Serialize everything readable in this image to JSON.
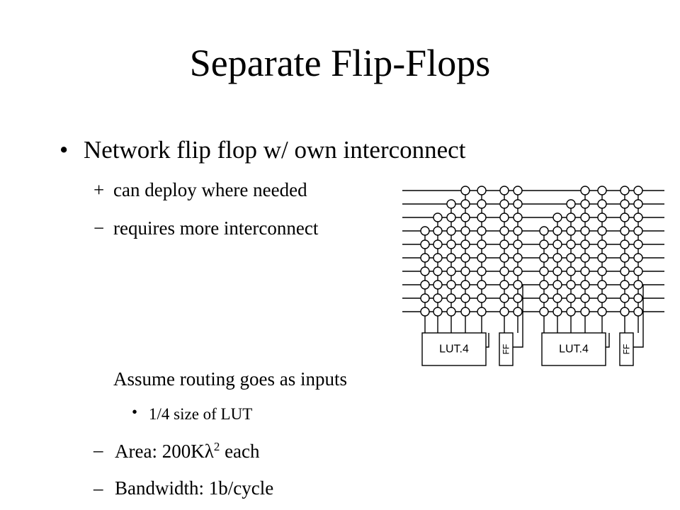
{
  "slide": {
    "title": "Separate Flip-Flops",
    "bullet": {
      "marker": "•",
      "text": "Network flip flop w/ own interconnect"
    },
    "pros_cons": [
      {
        "marker": "+",
        "text": "can deploy where needed"
      },
      {
        "marker": "−",
        "text": "requires more interconnect"
      }
    ],
    "assumption": {
      "marker": "",
      "text": "Assume routing goes as inputs",
      "sub": {
        "marker": "•",
        "text": "1/4 size of LUT"
      }
    },
    "metrics": [
      {
        "marker": "–",
        "text_before": "Area:  200K",
        "lambda": "λ",
        "exponent": "2",
        "text_after": " each"
      },
      {
        "marker": "–",
        "text": "Bandwidth: 1b/cycle"
      }
    ]
  },
  "diagram": {
    "blocks": [
      {
        "label": "LUT.4"
      },
      {
        "label": "FF"
      },
      {
        "label": "LUT.4"
      },
      {
        "label": "FF"
      }
    ]
  }
}
